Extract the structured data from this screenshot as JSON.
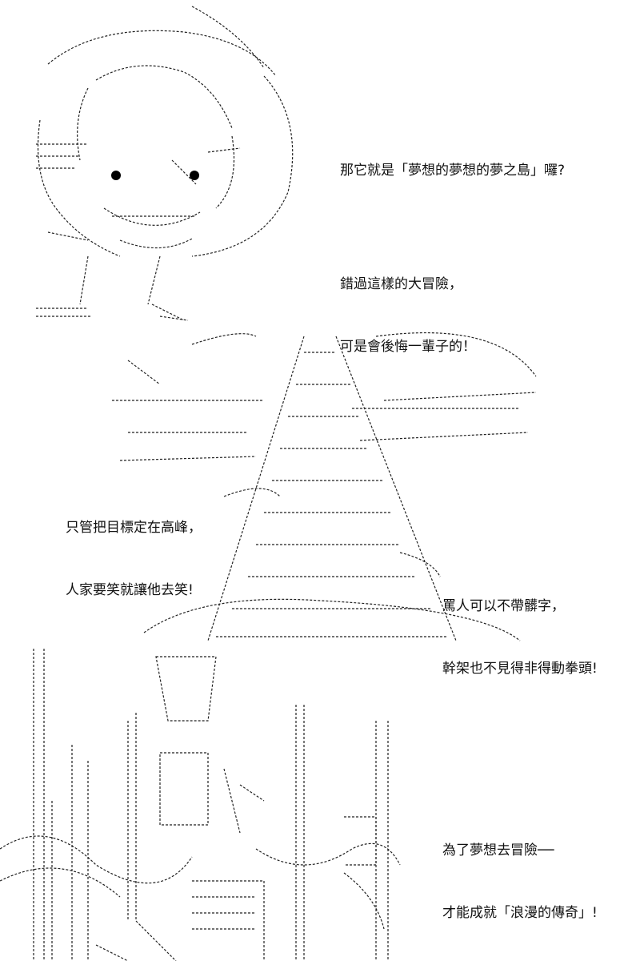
{
  "captions": {
    "luffy": {
      "line1": "那它就是「夢想的夢想的夢之島」囉?",
      "line2": "錯過這樣的大冒險，",
      "line3": "可是會後悔一輩子的！"
    },
    "peak": {
      "line1": "只管把目標定在高峰，",
      "line2": "人家要笑就讓他去笑!"
    },
    "courage": {
      "line1": "罵人可以不帶髒字，",
      "line2": "幹架也不見得非得動拳頭!"
    },
    "legend": {
      "line1": "為了夢想去冒險──",
      "line2": "才能成就「浪漫的傳奇」!"
    }
  },
  "colors": {
    "ink": "#111111",
    "paper": "#ffffff"
  },
  "icons": {
    "luffy_face": "straw-hat-face-ascii-art",
    "tower": "tower-in-clouds-ascii-art",
    "city": "spire-city-ascii-art"
  }
}
